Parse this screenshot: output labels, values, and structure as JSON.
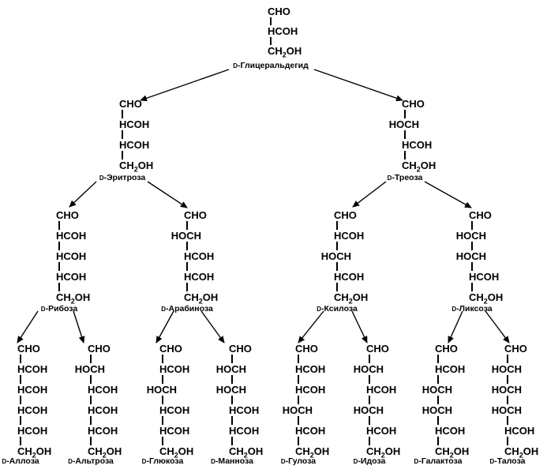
{
  "prefix": "D",
  "molecules": [
    {
      "id": "glyceraldehyde",
      "name": "-Глицеральдегид",
      "rows": [
        "CHO",
        "HCOH",
        "CH2OH"
      ]
    },
    {
      "id": "erythrose",
      "name": "-Эритроза",
      "rows": [
        "CHO",
        "HCOH",
        "HCOH",
        "CH2OH"
      ]
    },
    {
      "id": "threose",
      "name": "-Треоза",
      "rows": [
        "CHO",
        "HOCH",
        "HCOH",
        "CH2OH"
      ]
    },
    {
      "id": "ribose",
      "name": "-Рибоза",
      "rows": [
        "CHO",
        "HCOH",
        "HCOH",
        "HCOH",
        "CH2OH"
      ]
    },
    {
      "id": "arabinose",
      "name": "-Арабиноза",
      "rows": [
        "CHO",
        "HOCH",
        "HCOH",
        "HCOH",
        "CH2OH"
      ]
    },
    {
      "id": "xylose",
      "name": "-Ксилоза",
      "rows": [
        "CHO",
        "HCOH",
        "HOCH",
        "HCOH",
        "CH2OH"
      ]
    },
    {
      "id": "lyxose",
      "name": "-Ликсоза",
      "rows": [
        "CHO",
        "HOCH",
        "HOCH",
        "HCOH",
        "CH2OH"
      ]
    },
    {
      "id": "allose",
      "name": "-Аллоза",
      "rows": [
        "CHO",
        "HCOH",
        "HCOH",
        "HCOH",
        "HCOH",
        "CH2OH"
      ]
    },
    {
      "id": "altrose",
      "name": "-Альтроза",
      "rows": [
        "CHO",
        "HOCH",
        "HCOH",
        "HCOH",
        "HCOH",
        "CH2OH"
      ]
    },
    {
      "id": "glucose",
      "name": "-Глюкоза",
      "rows": [
        "CHO",
        "HCOH",
        "HOCH",
        "HCOH",
        "HCOH",
        "CH2OH"
      ]
    },
    {
      "id": "mannose",
      "name": "-Манноза",
      "rows": [
        "CHO",
        "HOCH",
        "HOCH",
        "HCOH",
        "HCOH",
        "CH2OH"
      ]
    },
    {
      "id": "gulose",
      "name": "-Гулоза",
      "rows": [
        "CHO",
        "HCOH",
        "HCOH",
        "HOCH",
        "HCOH",
        "CH2OH"
      ]
    },
    {
      "id": "idose",
      "name": "-Идоза",
      "rows": [
        "CHO",
        "HOCH",
        "HCOH",
        "HOCH",
        "HCOH",
        "CH2OH"
      ]
    },
    {
      "id": "galactose",
      "name": "-Галактоза",
      "rows": [
        "CHO",
        "HCOH",
        "HOCH",
        "HOCH",
        "HCOH",
        "CH2OH"
      ]
    },
    {
      "id": "talose",
      "name": "-Талоза",
      "rows": [
        "CHO",
        "HOCH",
        "HOCH",
        "HOCH",
        "HCOH",
        "CH2OH"
      ]
    }
  ]
}
